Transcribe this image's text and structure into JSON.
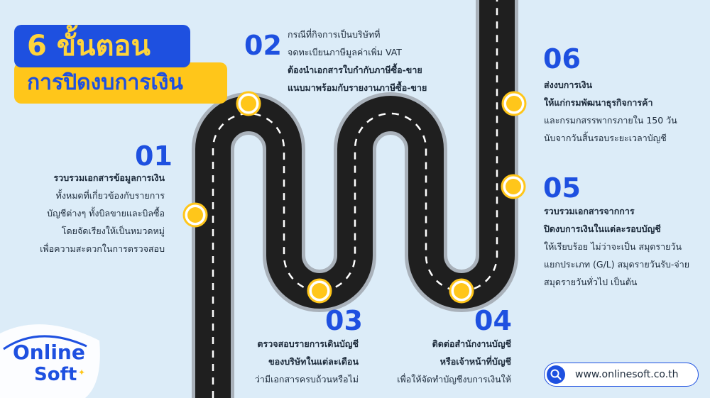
{
  "title": {
    "line1": "6 ขั้นตอน",
    "line2": "การปิดงบการเงิน"
  },
  "steps": [
    {
      "number": "01",
      "lines": [
        {
          "text": "รวบรวมเอกสารข้อมูลการเงิน",
          "bold": true
        },
        {
          "text": "ทั้งหมดที่เกี่ยวข้องกับรายการ",
          "bold": false
        },
        {
          "text": "บัญชีต่างๆ ทั้งบิลขายและบิลซื้อ",
          "bold": false
        },
        {
          "text": "โดยจัดเรียงให้เป็นหมวดหมู่",
          "bold": false
        },
        {
          "text": "เพื่อความสะดวกในการตรวจสอบ",
          "bold": false
        }
      ]
    },
    {
      "number": "02",
      "lines": [
        {
          "text": "กรณีที่กิจการเป็นบริษัทที่",
          "bold": false
        },
        {
          "text": "จดทะเบียนภาษีมูลค่าเพิ่ม VAT",
          "bold": false
        },
        {
          "text": "ต้องนำเอกสารใบกำกับภาษีซื้อ-ขาย",
          "bold": true
        },
        {
          "text": "แนบมาพร้อมกับรายงานภาษีซื้อ-ขาย",
          "bold": true
        }
      ]
    },
    {
      "number": "03",
      "lines": [
        {
          "text": "ตรวจสอบรายการเดินบัญชี",
          "bold": true
        },
        {
          "text": "ของบริษัทในแต่ละเดือน",
          "bold": true
        },
        {
          "text": "ว่ามีเอกสารครบถ้วนหรือไม่",
          "bold": false
        }
      ]
    },
    {
      "number": "04",
      "lines": [
        {
          "text": "ติดต่อสำนักงานบัญชี",
          "bold": true
        },
        {
          "text": "หรือเจ้าหน้าที่บัญชี",
          "bold": true
        },
        {
          "text": "เพื่อให้จัดทำบัญชีงบการเงินให้",
          "bold": false
        }
      ]
    },
    {
      "number": "05",
      "lines": [
        {
          "text": "รวบรวมเอกสารจากการ",
          "bold": true
        },
        {
          "text": "ปิดงบการเงินในแต่ละรอบบัญชี",
          "bold": true
        },
        {
          "text": "ให้เรียบร้อย ไม่ว่าจะเป็น สมุดรายวัน",
          "bold": false
        },
        {
          "text": "แยกประเภท (G/L) สมุดรายวันรับ-จ่าย",
          "bold": false
        },
        {
          "text": "สมุดรายวันทั่วไป เป็นต้น",
          "bold": false
        }
      ]
    },
    {
      "number": "06",
      "lines": [
        {
          "text": "ส่งงบการเงิน",
          "bold": true
        },
        {
          "text": "ให้แก่กรมพัฒนาธุรกิจการค้า",
          "bold": true
        },
        {
          "text": "และกรมกสรรพากรภายใน 150 วัน",
          "bold": false
        },
        {
          "text": "นับจากวันสิ้นรอบระยะเวลาบัญชี",
          "bold": false
        }
      ]
    }
  ],
  "logo": {
    "online": "Online",
    "soft": "Soft"
  },
  "website": {
    "url": "www.onlinesoft.co.th",
    "icon": "search-icon"
  },
  "colors": {
    "background": "#dcecf8",
    "primary": "#1e50e0",
    "accent": "#ffc61a",
    "road": "#1f1f1f"
  }
}
